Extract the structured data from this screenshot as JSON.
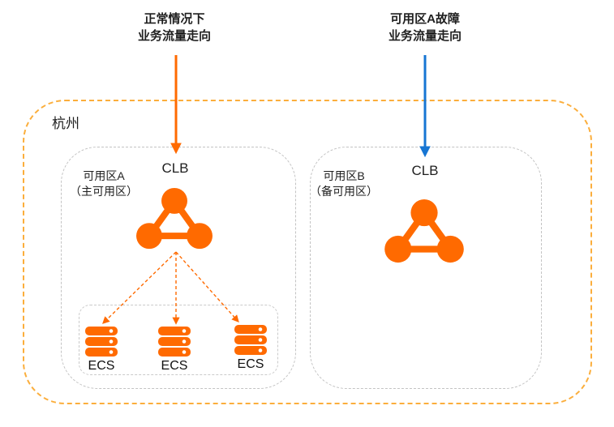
{
  "colors": {
    "orange": "#FF6A00",
    "amber": "#FBAE3C",
    "blue": "#1675D3",
    "border_gray": "#C3C3C3",
    "text": "#1F1F1F"
  },
  "legend": {
    "normal_flow": {
      "line1": "正常情况下",
      "line2": "业务流量走向"
    },
    "failover_flow": {
      "line1": "可用区A故障",
      "line2": "业务流量走向"
    }
  },
  "region": {
    "name": "杭州"
  },
  "zones": {
    "a": {
      "name_line1": "可用区A",
      "name_line2": "（主可用区）",
      "clb_label": "CLB",
      "ecs": [
        "ECS",
        "ECS",
        "ECS"
      ]
    },
    "b": {
      "name_line1": "可用区B",
      "name_line2": "（备可用区）",
      "clb_label": "CLB"
    }
  }
}
